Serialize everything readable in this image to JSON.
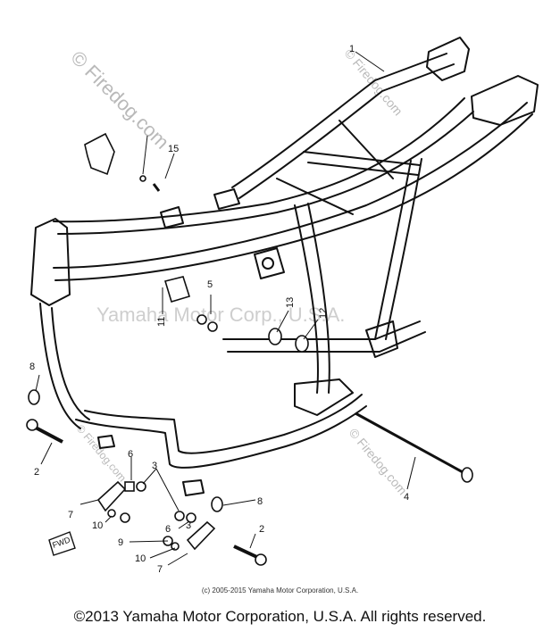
{
  "watermarks": {
    "firedog_primary": "© Firedog.com",
    "firedog_secondary": "© Firedog.com",
    "yamaha_center": "Yamaha Motor Corp., U.S.A."
  },
  "fwd_tag": "FWD",
  "callouts": [
    "1",
    "2",
    "2",
    "3",
    "3",
    "4",
    "5",
    "6",
    "6",
    "7",
    "7",
    "8",
    "8",
    "9",
    "10",
    "10",
    "11",
    "12",
    "13",
    "15"
  ],
  "footer": {
    "small_copyright": "(c) 2005-2015 Yamaha Motor Corporation, U.S.A.",
    "main_copyright": "©2013 Yamaha Motor Corporation, U.S.A. All rights reserved."
  }
}
